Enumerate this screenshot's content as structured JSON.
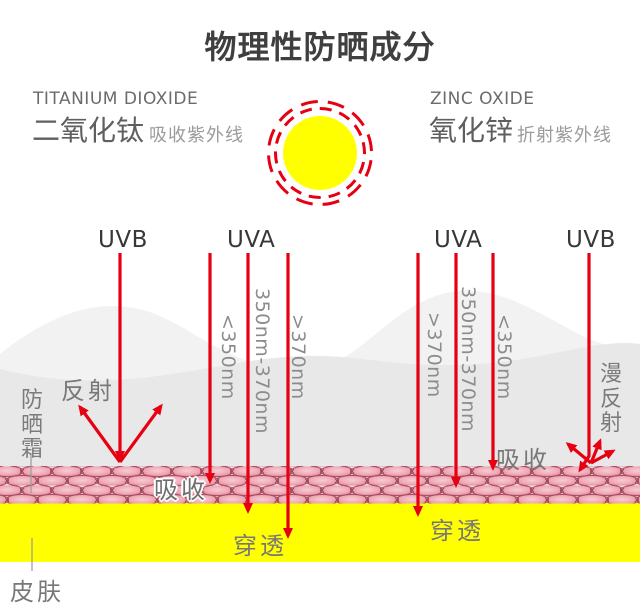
{
  "title": "物理性防晒成分",
  "ingredients": {
    "titanium": {
      "name_en": "TITANIUM DIOXIDE",
      "name_cn": "二氧化钛",
      "effect": "吸收紫外线"
    },
    "zinc": {
      "name_en": "ZINC OXIDE",
      "name_cn": "氧化锌",
      "effect": "折射紫外线"
    }
  },
  "uv_labels": [
    "UVB",
    "UVA",
    "UVA",
    "UVB"
  ],
  "wavelength_labels": {
    "left": [
      "<350nm",
      "350nm-370nm",
      ">370nm"
    ],
    "right": [
      ">370nm",
      "350nm-370nm",
      "<350nm"
    ]
  },
  "annotations": {
    "reflect": "反射",
    "sunscreen_layer": "防晒霜",
    "absorb_left": "吸收",
    "penetrate_left": "穿透",
    "skin": "皮肤",
    "absorb_right": "吸收",
    "diffuse_reflect": "漫反射",
    "penetrate_right": "穿透"
  },
  "colors": {
    "arrow_red": "#e60012",
    "sun_yellow": "#ffff00",
    "skin_yellow": "#ffff00",
    "hill_light": "#f2f2f2",
    "hill_medium": "#e8e8e8",
    "cream_pink": "#efa9b6",
    "cream_outline": "#a94b5e",
    "title_text": "#3f3f3f",
    "label_gray": "#787878"
  }
}
